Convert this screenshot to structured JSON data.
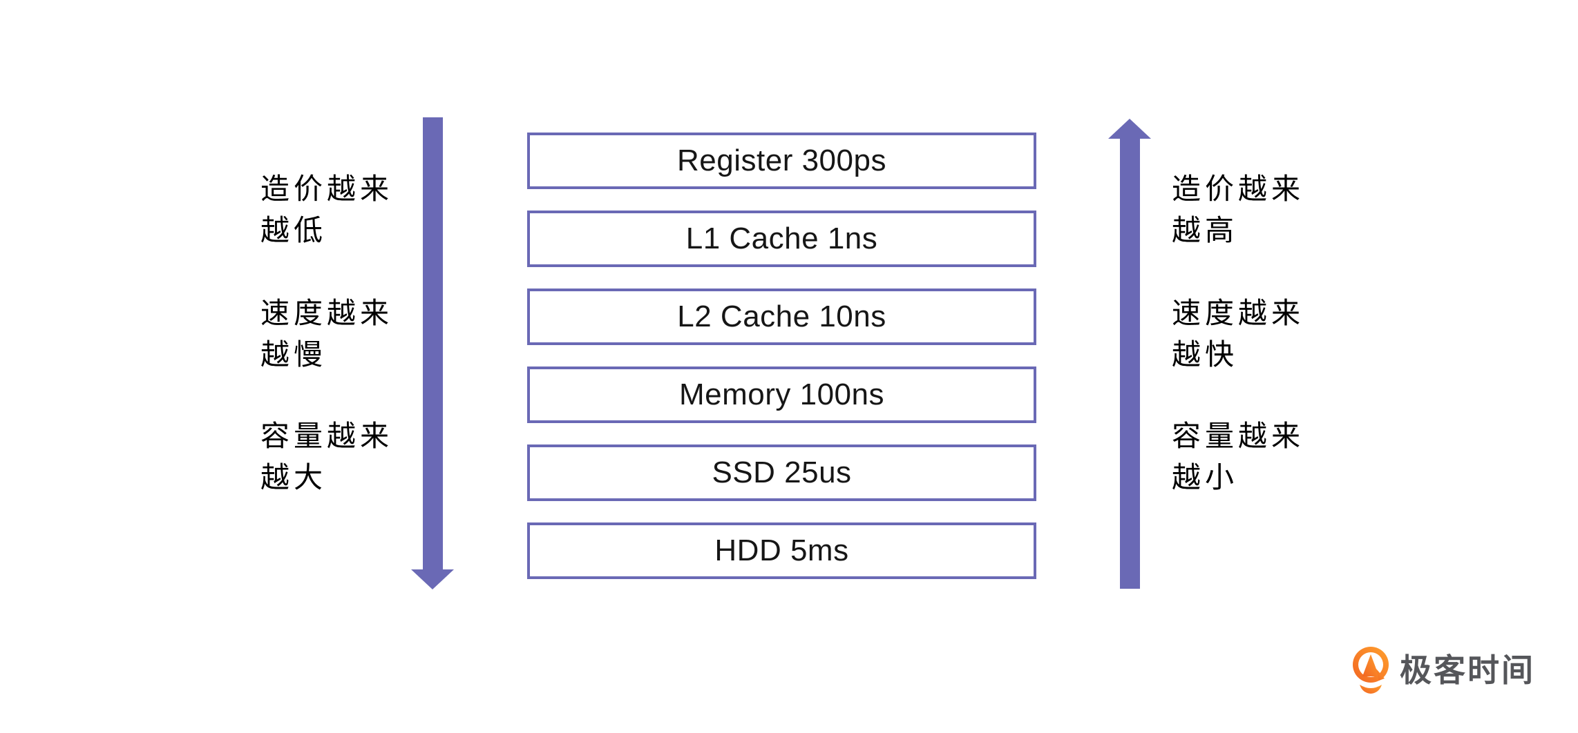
{
  "diagram": {
    "levels": [
      {
        "label": "Register 300ps"
      },
      {
        "label": "L1 Cache 1ns"
      },
      {
        "label": "L2 Cache 10ns"
      },
      {
        "label": "Memory 100ns"
      },
      {
        "label": "SSD 25us"
      },
      {
        "label": "HDD 5ms"
      }
    ],
    "left_annotations": [
      {
        "line1": "造价越来",
        "line2": "越低"
      },
      {
        "line1": "速度越来",
        "line2": "越慢"
      },
      {
        "line1": "容量越来",
        "line2": "越大"
      }
    ],
    "right_annotations": [
      {
        "line1": "造价越来",
        "line2": "越高"
      },
      {
        "line1": "速度越来",
        "line2": "越快"
      },
      {
        "line1": "容量越来",
        "line2": "越小"
      }
    ],
    "colors": {
      "accent_purple": "#6a69b5",
      "box_border": "#6a69b5",
      "text_black": "#161616",
      "logo_orange_dark": "#f26522",
      "logo_orange_light": "#ffa02e",
      "logo_text_gray": "#55565a"
    },
    "logo": {
      "text": "极客时间"
    }
  }
}
